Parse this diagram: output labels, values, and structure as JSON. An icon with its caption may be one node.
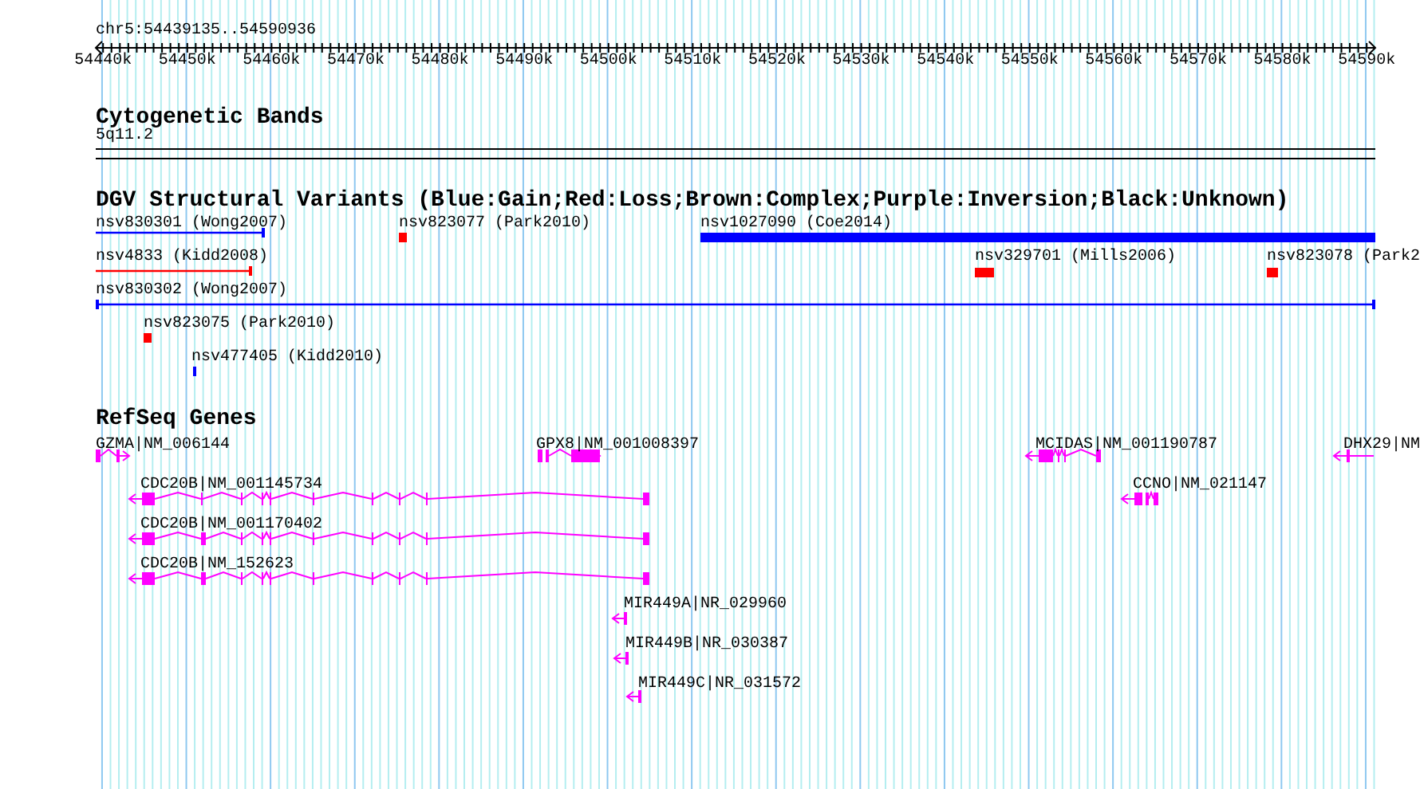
{
  "diagram": {
    "labels": [
      "chr5:54439135..54590936",
      "54440k",
      "54450k",
      "54460k",
      "54470k",
      "54480k",
      "54490k",
      "54500k",
      "54510k",
      "54520k",
      "54530k",
      "54540k",
      "54550k",
      "54560k",
      "54570k",
      "54580k",
      "54590k",
      "Cytogenetic Bands",
      "5q11.2",
      "DGV Structural Variants (Blue:Gain;Red:Loss;Brown:Complex;Purple:Inversion;Black:Unknown)",
      "nsv830301 (Wong2007)",
      "nsv823077 (Park2010)",
      "nsv1027090 (Coe2014)",
      "nsv4833 (Kidd2008)",
      "nsv329701 (Mills2006)",
      "nsv823078 (Park2",
      "nsv830302 (Wong2007)",
      "nsv823075 (Park2010)",
      "nsv477405 (Kidd2010)",
      "RefSeq Genes",
      "GZMA|NM_006144",
      "GPX8|NM_001008397",
      "MCIDAS|NM_001190787",
      "DHX29|NM",
      "CDC20B|NM_001145734",
      "CCNO|NM_021147",
      "CDC20B|NM_001170402",
      "CDC20B|NM_152623",
      "MIR449A|NR_029960",
      "MIR449B|NR_030387",
      "MIR449C|NR_031572"
    ]
  }
}
